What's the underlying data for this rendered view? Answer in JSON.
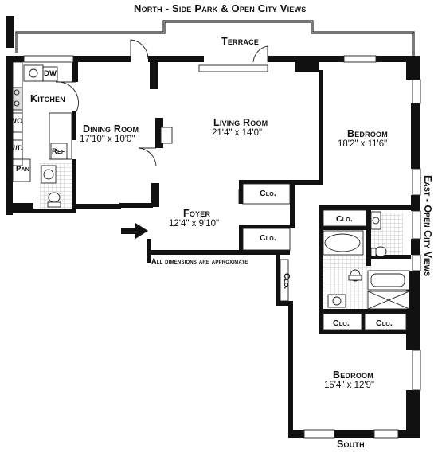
{
  "edges": {
    "north": "North - Side Park & Open City Views",
    "east": "East - Open City Views",
    "south": "South"
  },
  "terrace": "Terrace",
  "rooms": {
    "kitchen": "Kitchen",
    "dining_room": {
      "name": "Dining Room",
      "dims": "17'10\" x 10'0\""
    },
    "living_room": {
      "name": "Living Room",
      "dims": "21'4\" x 14'0\""
    },
    "foyer": {
      "name": "Foyer",
      "dims": "12'4\" x 9'10\""
    },
    "bedroom_1": {
      "name": "Bedroom",
      "dims": "18'2\" x 11'6\""
    },
    "bedroom_2": {
      "name": "Bedroom",
      "dims": "15'4\" x 12'9\""
    }
  },
  "fixtures": {
    "dw": "DW",
    "wo": "WO",
    "wd": "W/D",
    "ref": "Ref",
    "pan": "Pan"
  },
  "closets": {
    "clo_living": "Clo.",
    "clo_foyer": "Clo.",
    "clo_hall": "Clo.",
    "clo_bath": "Clo.",
    "clo_bed_left": "Clo.",
    "clo_bed_right": "Clo."
  },
  "note": "All dimensions are approximate"
}
